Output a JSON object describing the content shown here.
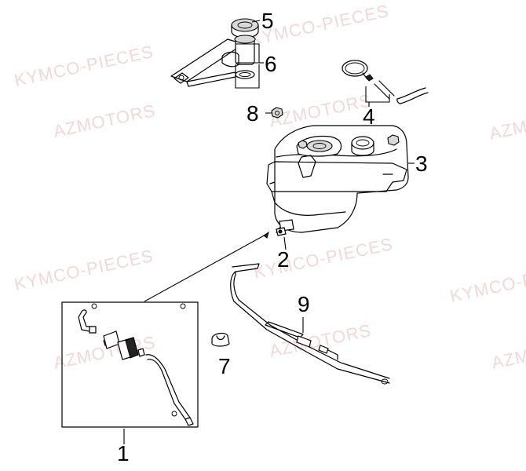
{
  "watermarks": {
    "kymco": "KYMCO-PIECES",
    "azmotors": "AZMOTORS"
  },
  "callouts": {
    "c1": "1",
    "c2": "2",
    "c3": "3",
    "c4": "4",
    "c5": "5",
    "c6": "6",
    "c7": "7",
    "c8": "8",
    "c9": "9"
  }
}
